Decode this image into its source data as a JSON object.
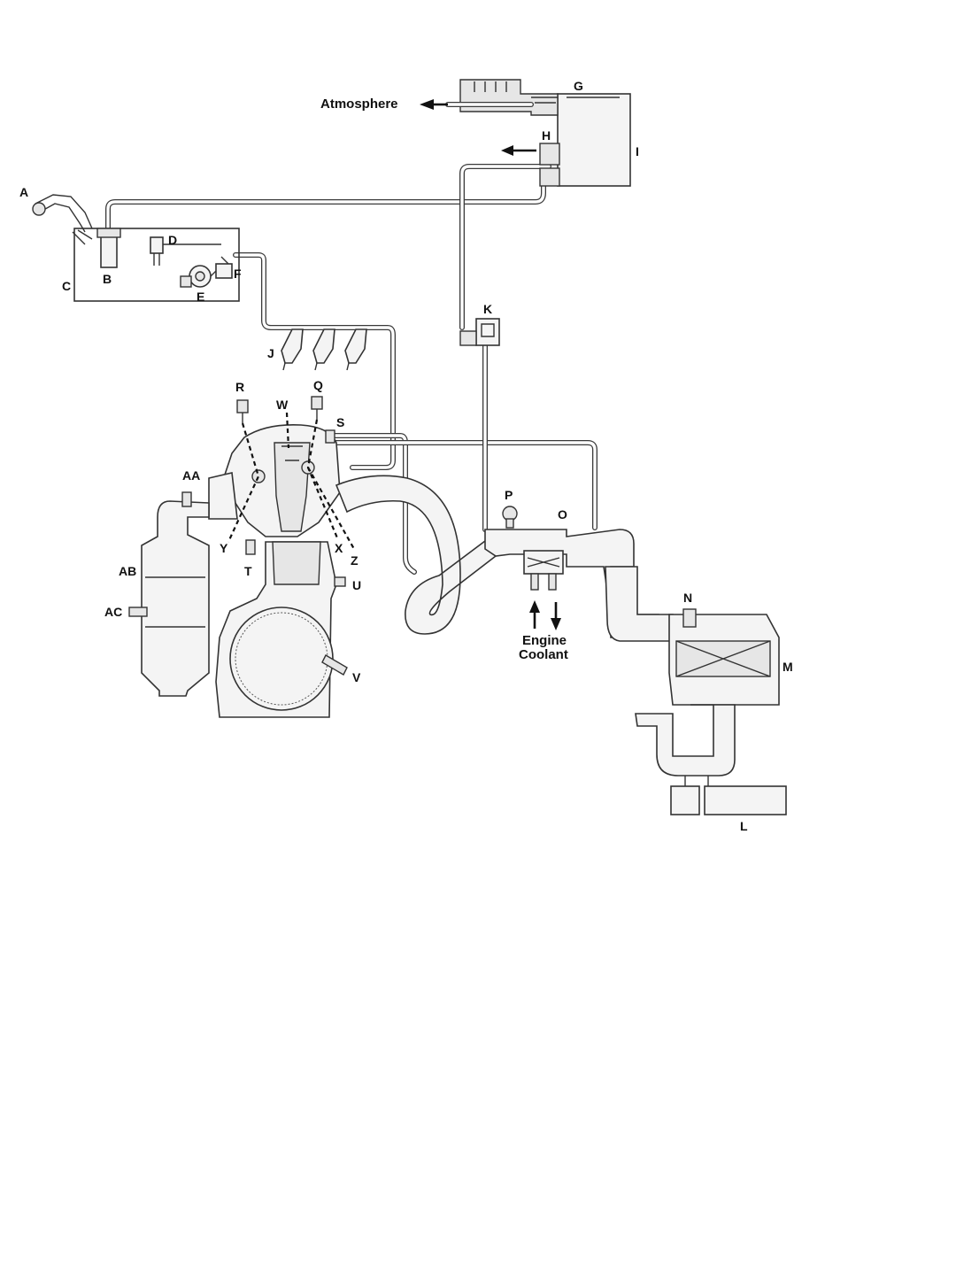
{
  "labels": {
    "A": "A",
    "B": "B",
    "C": "C",
    "D": "D",
    "E": "E",
    "F": "F",
    "G": "G",
    "H": "H",
    "I": "I",
    "J": "J",
    "K": "K",
    "L": "L",
    "M": "M",
    "N": "N",
    "O": "O",
    "P": "P",
    "Q": "Q",
    "R": "R",
    "S": "S",
    "T": "T",
    "U": "U",
    "V": "V",
    "W": "W",
    "X": "X",
    "Y": "Y",
    "Z": "Z",
    "AA": "AA",
    "AB": "AB",
    "AC": "AC"
  },
  "annotations": {
    "atmosphere": "Atmosphere",
    "engine": "Engine",
    "coolant": "Coolant"
  }
}
